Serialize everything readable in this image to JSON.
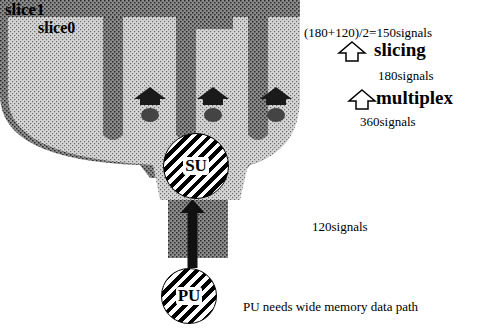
{
  "diagram": {
    "nodes": [
      {
        "text": [
          "slice1"
        ]
      },
      {
        "text": [
          "slice0"
        ]
      },
      {
        "text": [
          "SU"
        ]
      },
      {
        "text": [
          "PU"
        ]
      }
    ],
    "edges": [
      {
        "from": 3,
        "to": 2,
        "arrow": "to"
      }
    ],
    "labels": [
      "(180+120)/2=150signals",
      "slicing",
      "180signals",
      "multiplex",
      "360signals",
      "120signals",
      "PU needs wide memory data path"
    ]
  }
}
